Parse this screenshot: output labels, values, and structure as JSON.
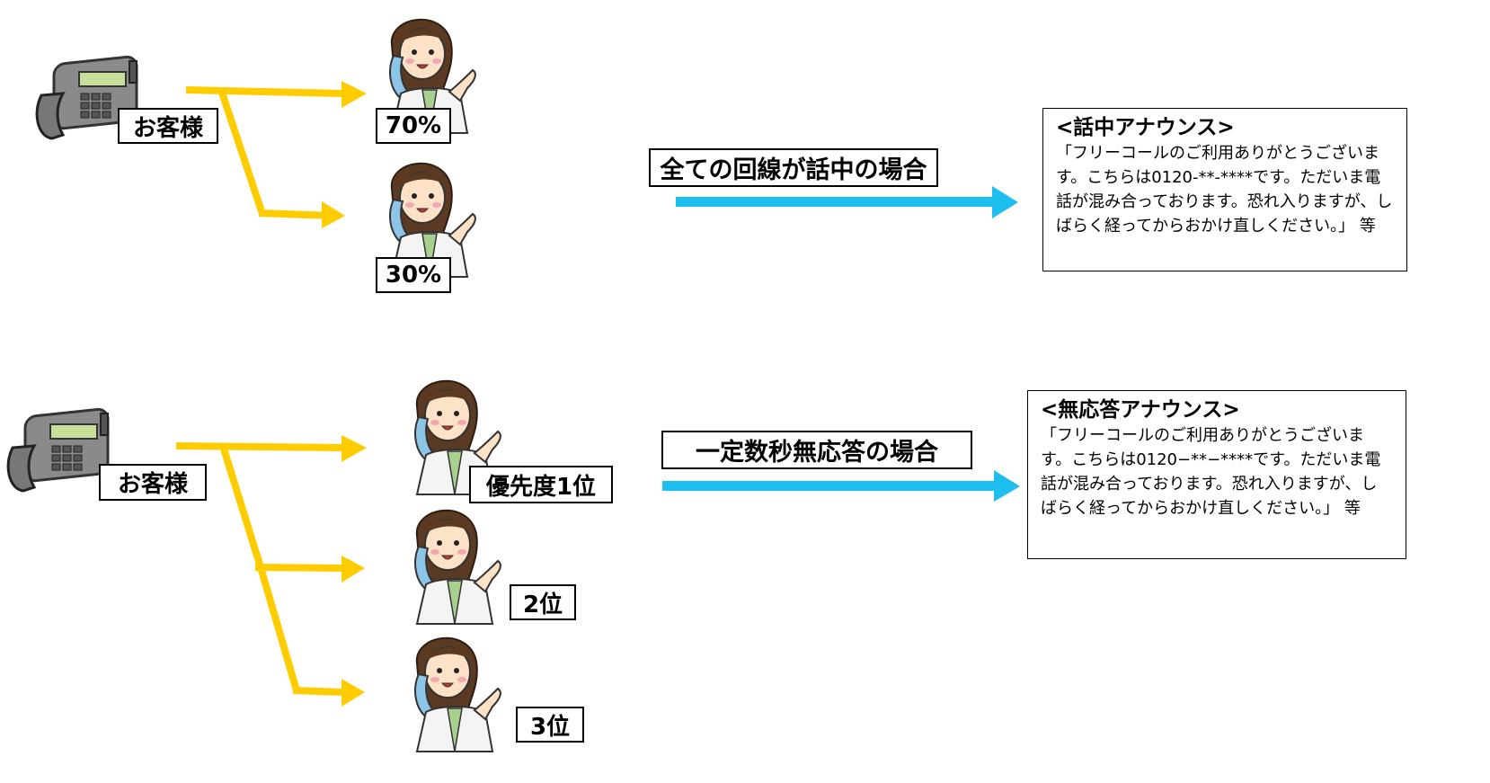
{
  "colors": {
    "flow_arrow": "#FFCC00",
    "condition_arrow": "#1EBFEF",
    "box_border": "#000000"
  },
  "icons": {
    "phone": "telephone-icon",
    "operator": "operator-woman-icon"
  },
  "top": {
    "customer_label": "お客様",
    "operators": [
      {
        "label": "70%"
      },
      {
        "label": "30%"
      }
    ],
    "condition_label": "全ての回線が話中の場合",
    "announcement": {
      "title": "<話中アナウンス>",
      "body": "「フリーコールのご利用ありがとうございます。こちらは0120-**-****です。ただいま電話が混み合っております。恐れ入りますが、しばらく経ってからおかけ直しください。」 等"
    }
  },
  "bottom": {
    "customer_label": "お客様",
    "operators": [
      {
        "label": "優先度1位"
      },
      {
        "label": "2位"
      },
      {
        "label": "3位"
      }
    ],
    "condition_label": "一定数秒無応答の場合",
    "announcement": {
      "title": "<無応答アナウンス>",
      "body": "「フリーコールのご利用ありがとうございます。こちらは0120−**−****です。ただいま電話が混み合っております。恐れ入りますが、しばらく経ってからおかけ直しください。」 等"
    }
  }
}
